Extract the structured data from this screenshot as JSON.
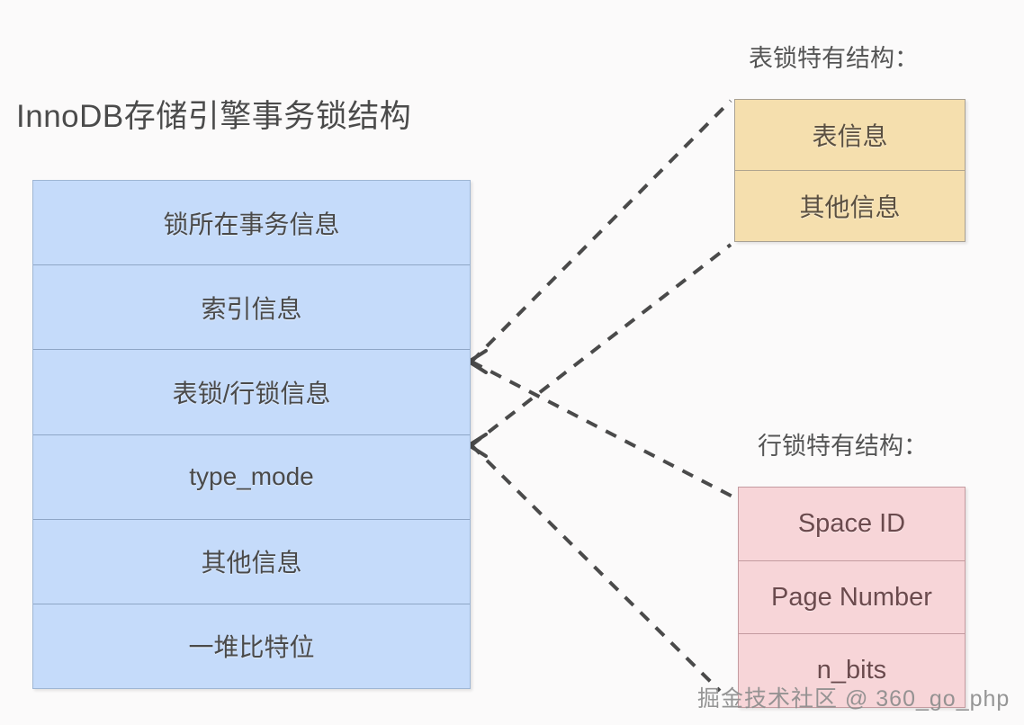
{
  "diagram": {
    "title": "InnoDB存储引擎事务锁结构",
    "lock_struct": {
      "name": "lock-structure",
      "fill_color": "#c5dbfa",
      "border_color": "#9fb6d4",
      "rows": [
        {
          "label": "锁所在事务信息"
        },
        {
          "label": "索引信息"
        },
        {
          "label": "表锁/行锁信息"
        },
        {
          "label": "type_mode"
        },
        {
          "label": "其他信息"
        },
        {
          "label": "一堆比特位"
        }
      ]
    },
    "table_lock": {
      "caption": "表锁特有结构：",
      "fill_color": "#f5dfae",
      "border_color": "#a9a193",
      "rows": [
        {
          "label": "表信息"
        },
        {
          "label": "其他信息"
        }
      ]
    },
    "row_lock": {
      "caption": "行锁特有结构：",
      "fill_color": "#f7d5d8",
      "border_color": "#c49ba0",
      "rows": [
        {
          "label": "Space ID"
        },
        {
          "label": "Page Number"
        },
        {
          "label": "n_bits"
        }
      ]
    },
    "connector_color": "#4a4a4a"
  },
  "watermark": {
    "text": "掘金技术社区 @ 360_go_php"
  }
}
